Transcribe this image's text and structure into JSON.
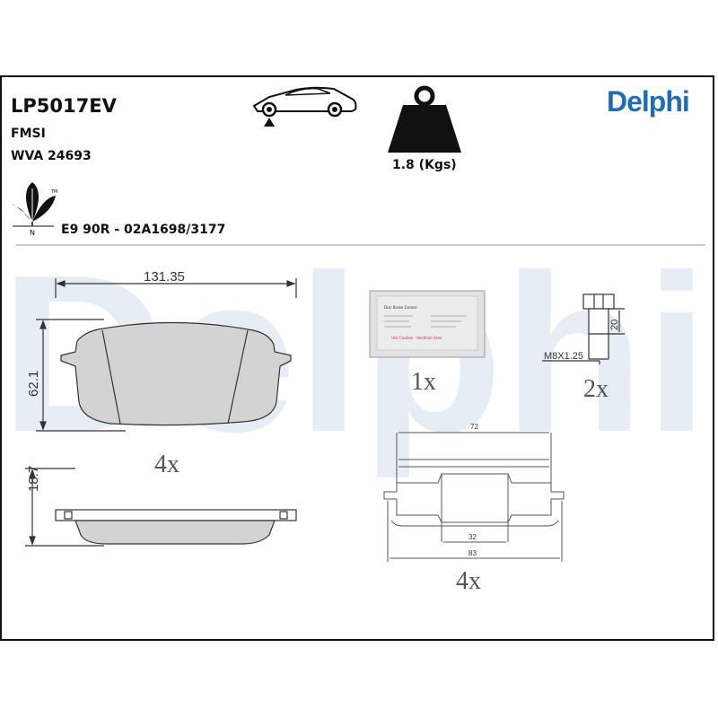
{
  "product": {
    "part_number": "LP5017EV",
    "fmsi_label": "FMSI",
    "wva_label": "WVA 24693",
    "approval_code": "E9 90R - 02A1698/3177",
    "weight_label": "1.8 (Kgs)",
    "brand": "Delphi",
    "watermark": "Delphi"
  },
  "icons": {
    "vehicle": "car-axle-icon",
    "weight": "weight-icon",
    "eco": "leaf-eco-icon",
    "eco_sub": "N",
    "eco_tm": "TM"
  },
  "pad_front": {
    "width_dim": "131.35",
    "height_dim": "62.1",
    "quantity": "4x"
  },
  "pad_side": {
    "thickness_dim": "18.7"
  },
  "grease": {
    "quantity": "1x",
    "lines": [
      "Disc Brake Grease",
      "",
      "",
      "",
      "Use Caution - Ventilate Area"
    ]
  },
  "bolt": {
    "thread": "M8X1.25",
    "length": "20",
    "quantity": "2x"
  },
  "clip": {
    "top_dim": "72",
    "inner_dim": "32",
    "overall_dim": "83",
    "quantity": "4x"
  },
  "colors": {
    "brand_blue": "#1f6db5",
    "pad_fill": "#d3d3d3",
    "watermark": "#e6edf5",
    "border": "#111111"
  }
}
